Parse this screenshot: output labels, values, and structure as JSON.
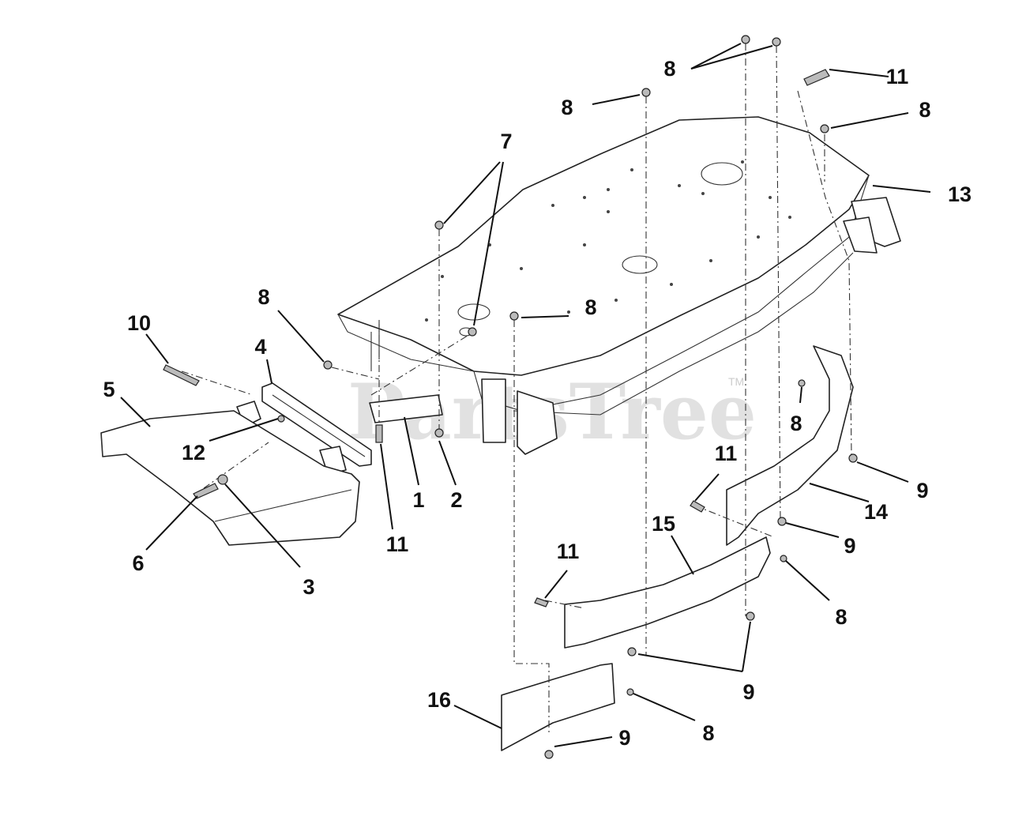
{
  "watermark": {
    "text": "PartsTree",
    "mark": "TM"
  },
  "callouts": [
    {
      "id": "c1",
      "label": "1"
    },
    {
      "id": "c2",
      "label": "2"
    },
    {
      "id": "c3",
      "label": "3"
    },
    {
      "id": "c4",
      "label": "4"
    },
    {
      "id": "c5",
      "label": "5"
    },
    {
      "id": "c6",
      "label": "6"
    },
    {
      "id": "c7",
      "label": "7"
    },
    {
      "id": "c8a",
      "label": "8"
    },
    {
      "id": "c8b",
      "label": "8"
    },
    {
      "id": "c8c",
      "label": "8"
    },
    {
      "id": "c8d",
      "label": "8"
    },
    {
      "id": "c8e",
      "label": "8"
    },
    {
      "id": "c8f",
      "label": "8"
    },
    {
      "id": "c8g",
      "label": "8"
    },
    {
      "id": "c8h",
      "label": "8"
    },
    {
      "id": "c9a",
      "label": "9"
    },
    {
      "id": "c9b",
      "label": "9"
    },
    {
      "id": "c9c",
      "label": "9"
    },
    {
      "id": "c9d",
      "label": "9"
    },
    {
      "id": "c10",
      "label": "10"
    },
    {
      "id": "c11a",
      "label": "11"
    },
    {
      "id": "c11b",
      "label": "11"
    },
    {
      "id": "c11c",
      "label": "11"
    },
    {
      "id": "c11d",
      "label": "11"
    },
    {
      "id": "c12",
      "label": "12"
    },
    {
      "id": "c13",
      "label": "13"
    },
    {
      "id": "c14",
      "label": "14"
    },
    {
      "id": "c15",
      "label": "15"
    },
    {
      "id": "c16",
      "label": "16"
    }
  ]
}
